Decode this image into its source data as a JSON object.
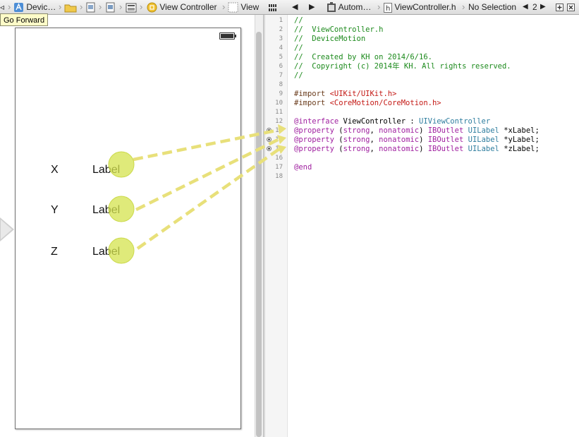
{
  "tooltip": "Go Forward",
  "jumpbar": {
    "left": {
      "crumb_project": "Devic…",
      "crumb_view_controller": "View Controller",
      "crumb_view": "View"
    },
    "right": {
      "crumb_automatic": "Autom…",
      "crumb_file": "ViewController.h",
      "crumb_selection": "No Selection",
      "counterpart_count": "2"
    }
  },
  "storyboard": {
    "rows": [
      {
        "axis": "X",
        "label": "Label"
      },
      {
        "axis": "Y",
        "label": "Label"
      },
      {
        "axis": "Z",
        "label": "Label"
      }
    ]
  },
  "code": {
    "line_numbers": [
      "1",
      "2",
      "3",
      "4",
      "5",
      "6",
      "7",
      "8",
      "9",
      "10",
      "11",
      "12",
      "13",
      "14",
      "15",
      "16",
      "17",
      "18"
    ],
    "lines": {
      "l1": "//",
      "l2": "//  ViewController.h",
      "l3": "//  DeviceMotion",
      "l4": "//",
      "l5": "//  Created by KH on 2014/6/16.",
      "l6": "//  Copyright (c) 2014年 KH. All rights reserved.",
      "l7": "//",
      "l9_directive": "#import",
      "l9_path": "<UIKit/UIKit.h>",
      "l10_directive": "#import",
      "l10_path": "<CoreMotion/CoreMotion.h>",
      "l12_kw": "@interface",
      "l12_name": " ViewController : ",
      "l12_super": "UIViewController",
      "prop_kw": "@property",
      "prop_attr_open": " (",
      "prop_strong": "strong",
      "prop_comma": ", ",
      "prop_nonatomic": "nonatomic",
      "prop_close": ") ",
      "prop_outlet": "IBOutlet",
      "prop_space": " ",
      "prop_type": "UILabel",
      "l13_var": " *xLabel;",
      "l14_var": " *yLabel;",
      "l15_var": " *zLabel;",
      "l17_end": "@end"
    }
  },
  "colors": {
    "comment": "#1c8a1c",
    "keyword": "#a021a0",
    "string": "#c41a16",
    "type": "#2f7e9f",
    "connection": "#e8e07a"
  }
}
